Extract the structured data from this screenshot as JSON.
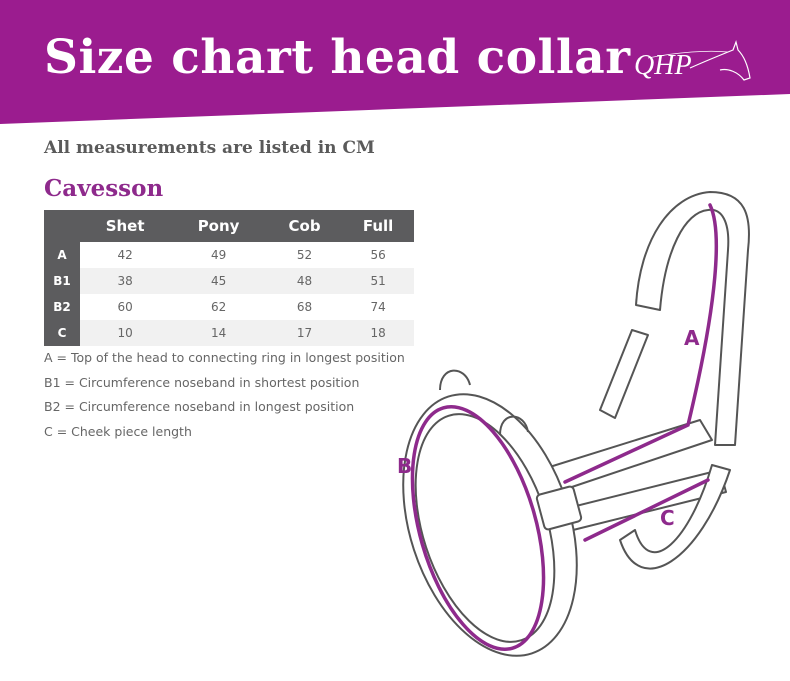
{
  "header": {
    "title": "Size chart head collar",
    "logo_text": "QHP",
    "color": "#9b1c8f"
  },
  "subtitle": "All measurements are listed in CM",
  "section_title": "Cavesson",
  "table": {
    "columns": [
      "",
      "Shet",
      "Pony",
      "Cob",
      "Full"
    ],
    "rows": [
      {
        "label": "A",
        "values": [
          "42",
          "49",
          "52",
          "56"
        ]
      },
      {
        "label": "B1",
        "values": [
          "38",
          "45",
          "48",
          "51"
        ]
      },
      {
        "label": "B2",
        "values": [
          "60",
          "62",
          "68",
          "74"
        ]
      },
      {
        "label": "C",
        "values": [
          "10",
          "14",
          "17",
          "18"
        ]
      }
    ]
  },
  "legend": [
    "A   = Top of the head to connecting ring in longest position",
    "B1 = Circumference noseband in shortest position",
    "B2 = Circumference noseband in longest position",
    "C   = Cheek piece length"
  ],
  "diagram": {
    "labels": {
      "a": "A",
      "b": "B",
      "c": "C"
    },
    "accent": "#8e2a8c"
  }
}
